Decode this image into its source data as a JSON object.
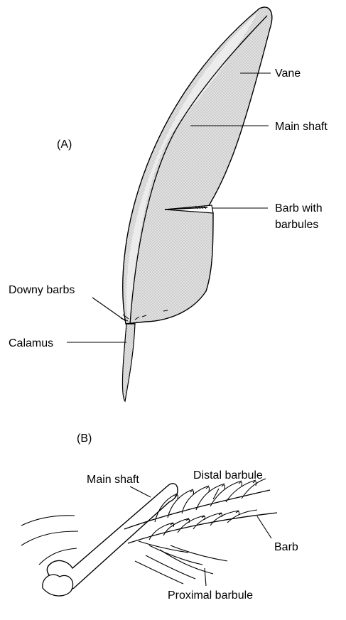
{
  "panel_a": {
    "panel_label": "(A)",
    "labels": {
      "vane": "Vane",
      "main_shaft": "Main shaft",
      "barb_line1": "Barb with",
      "barb_line2": "barbules",
      "downy_barbs": "Downy barbs",
      "calamus": "Calamus"
    }
  },
  "panel_b": {
    "panel_label": "(B)",
    "labels": {
      "main_shaft": "Main shaft",
      "distal_barbule": "Distal barbule",
      "barb": "Barb",
      "proximal_barbule": "Proximal barbule"
    }
  },
  "colors": {
    "ink": "#000000",
    "shading": "#c8c8c8",
    "paper": "#ffffff"
  }
}
